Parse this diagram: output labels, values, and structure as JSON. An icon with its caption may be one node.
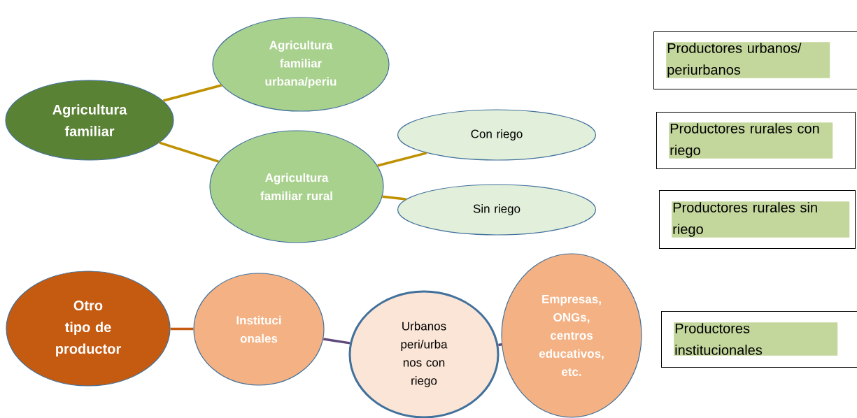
{
  "diagram": {
    "nodes": [
      {
        "text": [
          "Agricultura familiar"
        ]
      },
      {
        "text": [
          "Agricultura familiar urbana/periu"
        ]
      },
      {
        "text": [
          "Agricultura familiar rural"
        ]
      },
      {
        "text": [
          "Con riego"
        ]
      },
      {
        "text": [
          "Sin riego"
        ]
      },
      {
        "text": [
          "Productores urbanos/ periurbanos"
        ]
      },
      {
        "text": [
          "Productores rurales con riego"
        ]
      },
      {
        "text": [
          "Productores rurales sin riego"
        ]
      },
      {
        "text": [
          "Otro tipo de productor"
        ]
      },
      {
        "text": [
          "Instituci onales"
        ]
      },
      {
        "text": [
          "Urbanos peri/urba nos con riego"
        ]
      },
      {
        "text": [
          "Empresas, ONGs, centros educativos, etc."
        ]
      },
      {
        "text": [
          "Productores institucionales"
        ]
      }
    ],
    "edges": [
      {
        "from": 0,
        "to": 1,
        "arrow": "none"
      },
      {
        "from": 0,
        "to": 2,
        "arrow": "none"
      },
      {
        "from": 2,
        "to": 3,
        "arrow": "none"
      },
      {
        "from": 2,
        "to": 4,
        "arrow": "none"
      },
      {
        "from": 8,
        "to": 9,
        "arrow": "none",
        "color": "#c55a11"
      },
      {
        "from": 9,
        "to": 10,
        "arrow": "none",
        "color": "#604a7b"
      },
      {
        "from": 10,
        "to": 11,
        "arrow": "none",
        "color": "#604a7b"
      }
    ]
  }
}
